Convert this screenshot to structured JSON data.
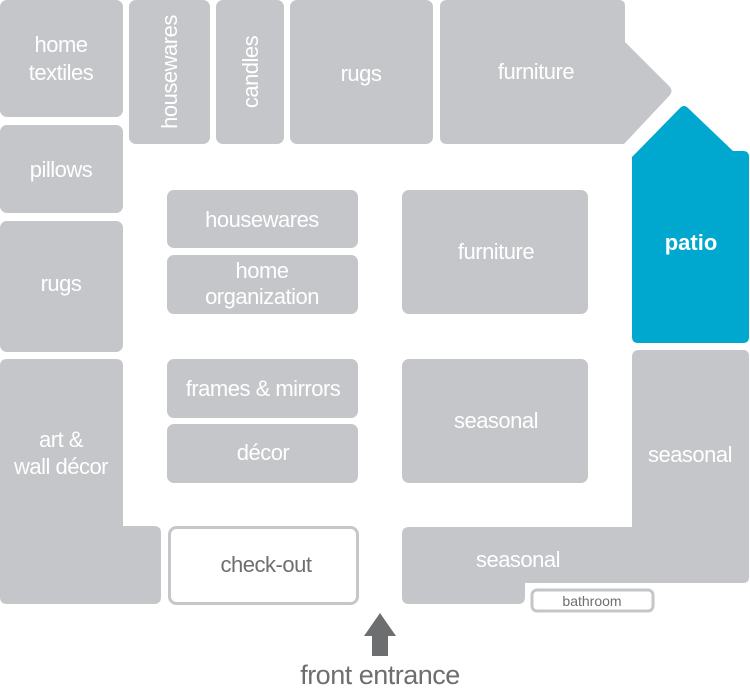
{
  "colors": {
    "department": "#c4c6c9",
    "highlight": "#00a8d0",
    "text_dark": "#6d6e70"
  },
  "departments": {
    "home_textiles": [
      "home",
      "textiles"
    ],
    "housewares_top": "housewares",
    "candles": "candles",
    "rugs_top": "rugs",
    "furniture_top": "furniture",
    "pillows": "pillows",
    "rugs_left": "rugs",
    "housewares_mid": "housewares",
    "home_organization": [
      "home",
      "organization"
    ],
    "furniture_mid": "furniture",
    "patio": "patio",
    "art_wall_decor": [
      "art &",
      "wall décor"
    ],
    "frames_mirrors": "frames & mirrors",
    "decor": "décor",
    "seasonal_mid": "seasonal",
    "seasonal_right": "seasonal",
    "seasonal_bottom": "seasonal",
    "checkout": "check-out",
    "bathroom": "bathroom"
  },
  "entrance": {
    "label": "front entrance",
    "icon": "arrow-up-icon"
  },
  "highlighted": "patio"
}
